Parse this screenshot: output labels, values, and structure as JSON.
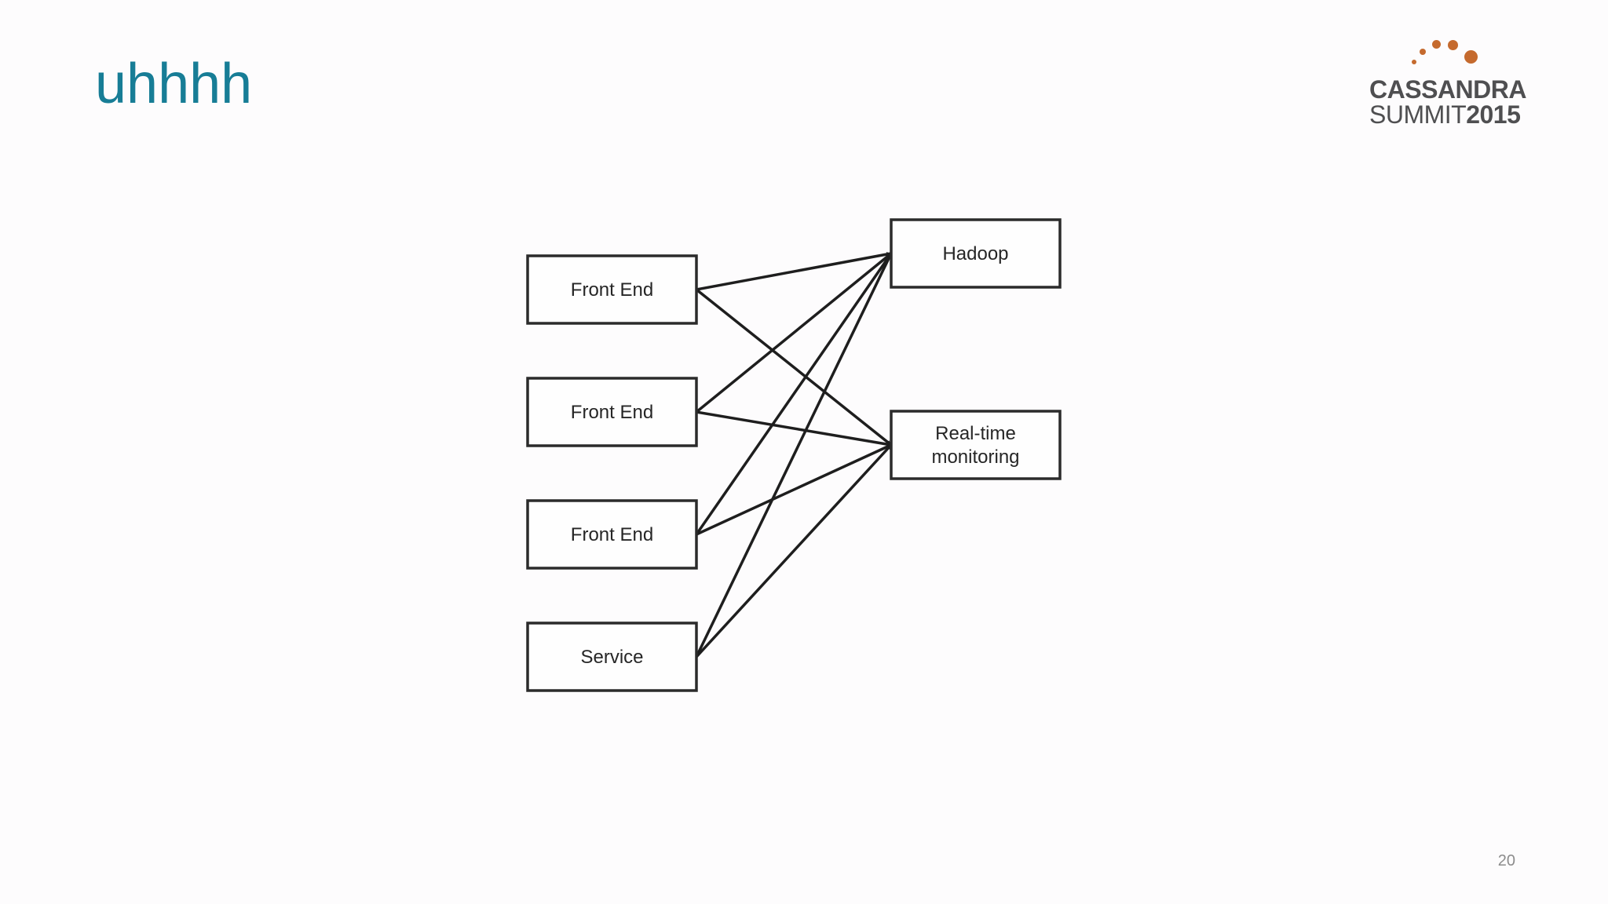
{
  "slide": {
    "title": "uhhhh",
    "page_number": "20"
  },
  "logo": {
    "line1": "CASSANDRA",
    "line2_light": "SUMMIT",
    "line2_bold": "2015",
    "accent_color": "#c56a2e"
  },
  "diagram": {
    "sources": [
      {
        "id": "fe1",
        "lines": [
          "Front End"
        ]
      },
      {
        "id": "fe2",
        "lines": [
          "Front End"
        ]
      },
      {
        "id": "fe3",
        "lines": [
          "Front End"
        ]
      },
      {
        "id": "svc",
        "lines": [
          "Service"
        ]
      }
    ],
    "targets": [
      {
        "id": "hadoop",
        "lines": [
          "Hadoop"
        ]
      },
      {
        "id": "rtm",
        "lines": [
          "Real-time",
          "monitoring"
        ]
      }
    ],
    "edges": [
      {
        "from": "fe1",
        "to": "hadoop"
      },
      {
        "from": "fe1",
        "to": "rtm"
      },
      {
        "from": "fe2",
        "to": "hadoop"
      },
      {
        "from": "fe2",
        "to": "rtm"
      },
      {
        "from": "fe3",
        "to": "hadoop"
      },
      {
        "from": "fe3",
        "to": "rtm"
      },
      {
        "from": "svc",
        "to": "hadoop"
      },
      {
        "from": "svc",
        "to": "rtm"
      }
    ]
  },
  "colors": {
    "title": "#177d96",
    "box_stroke": "#2b2b2b",
    "arrow": "#1e1e1e",
    "background": "#fdfcfd"
  }
}
